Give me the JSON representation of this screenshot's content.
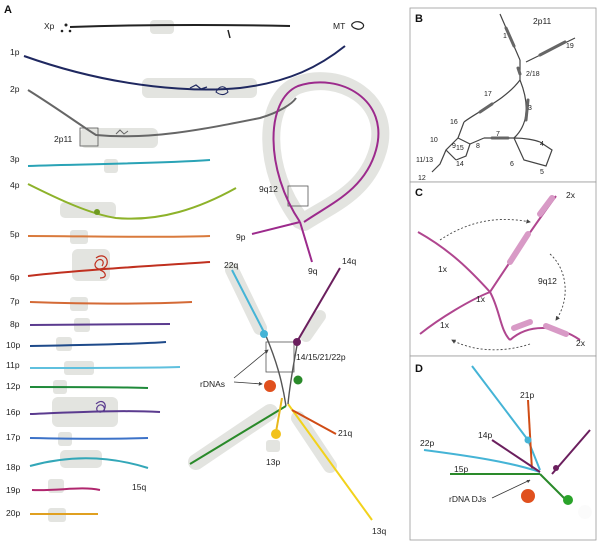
{
  "panels": {
    "a": "A",
    "b": "B",
    "c": "C",
    "d": "D"
  },
  "panel_a": {
    "chromosomes": [
      "1p",
      "2p",
      "3p",
      "4p",
      "5p",
      "6p",
      "7p",
      "8p",
      "10p",
      "11p",
      "12p",
      "16p",
      "17p",
      "18p",
      "19p",
      "20p"
    ],
    "xp": "Xp",
    "mt": "MT",
    "p2p11": "2p11",
    "q9q12": "9q12",
    "p9p": "9p",
    "q9q": "9q",
    "q22q": "22q",
    "q14q": "14q",
    "acro": "14/15/21/22p",
    "rdna": "rDNAs",
    "q21q": "21q",
    "p13p": "13p",
    "q15q": "15q",
    "q13q": "13q"
  },
  "panel_b": {
    "title": "2p11",
    "nodes": [
      "1",
      "19",
      "2/18",
      "17",
      "3",
      "16",
      "10",
      "15",
      "8",
      "7",
      "4",
      "6",
      "5",
      "11/13",
      "14",
      "12",
      "9"
    ]
  },
  "panel_c": {
    "x2_top": "2x",
    "x1_left": "1x",
    "q9q12": "9q12",
    "x1_mid": "1x",
    "x1_bottom": "1x",
    "x2_bottom": "2x"
  },
  "panel_d": {
    "p21p": "21p",
    "p22p": "22p",
    "p14p": "14p",
    "p15p": "15p",
    "djs": "rDNA DJs"
  }
}
